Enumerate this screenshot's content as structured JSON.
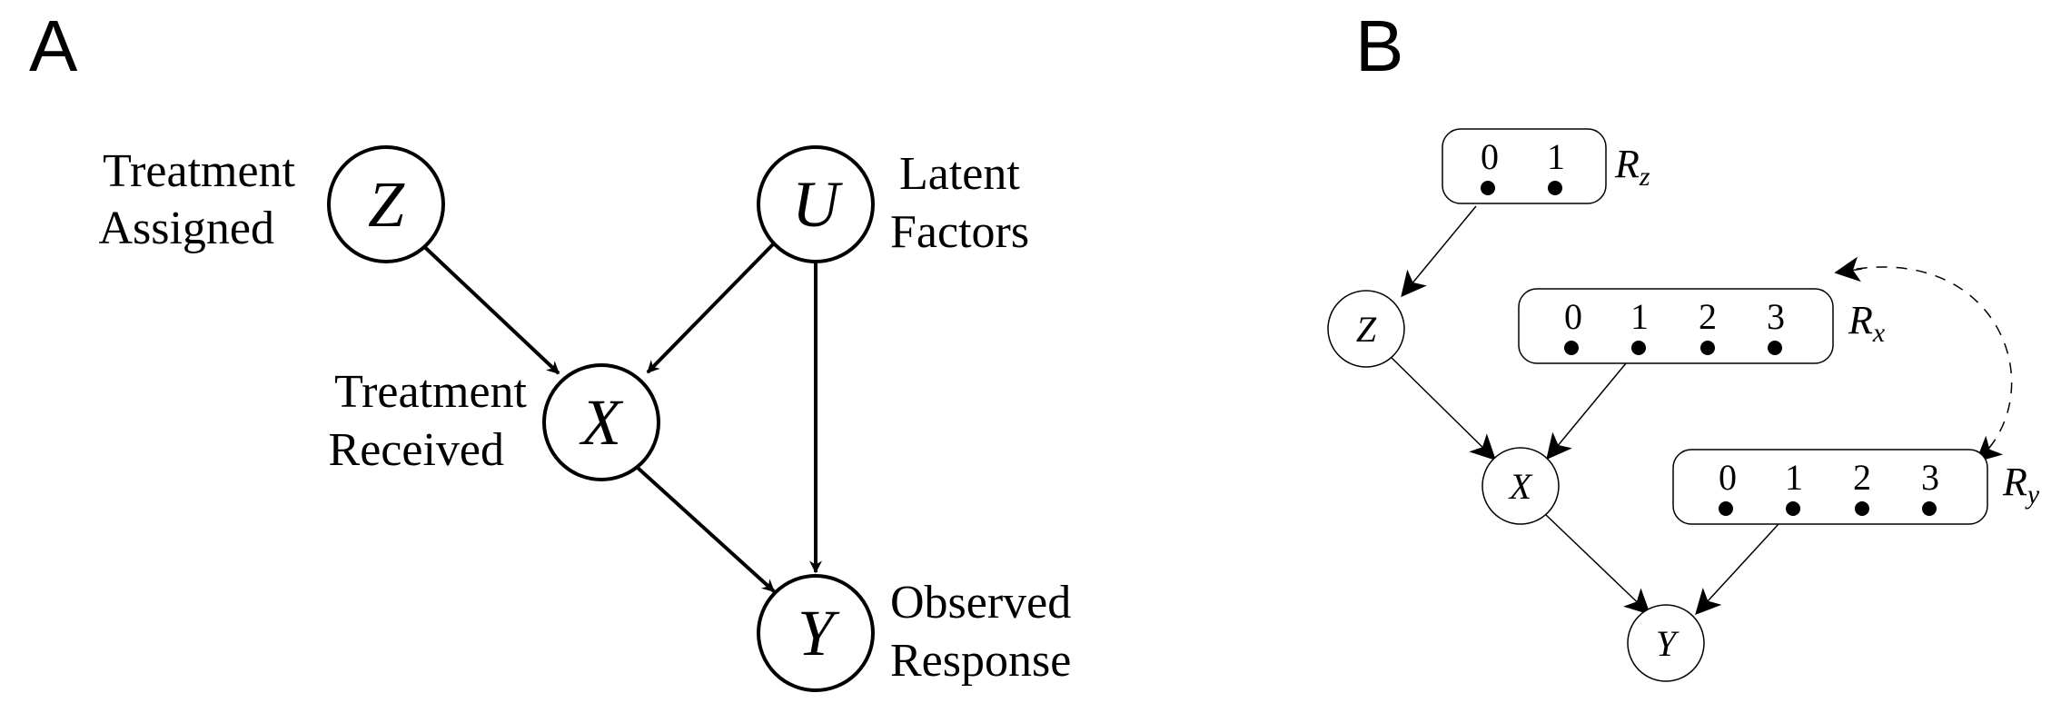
{
  "panels": {
    "a": {
      "letter": "A",
      "nodes": {
        "z": {
          "symbol": "Z",
          "label_line1": "Treatment",
          "label_line2": "Assigned"
        },
        "u": {
          "symbol": "U",
          "label_line1": "Latent",
          "label_line2": "Factors"
        },
        "x": {
          "symbol": "X",
          "label_line1": "Treatment",
          "label_line2": "Received"
        },
        "y": {
          "symbol": "Y",
          "label_line1": "Observed",
          "label_line2": "Response"
        }
      },
      "edges": [
        {
          "from": "Z",
          "to": "X"
        },
        {
          "from": "U",
          "to": "X"
        },
        {
          "from": "U",
          "to": "Y"
        },
        {
          "from": "X",
          "to": "Y"
        }
      ]
    },
    "b": {
      "letter": "B",
      "nodes": {
        "z": {
          "symbol": "Z"
        },
        "x": {
          "symbol": "X"
        },
        "y": {
          "symbol": "Y"
        }
      },
      "response_sets": {
        "rz": {
          "name": "R",
          "subscript": "z",
          "states": [
            "0",
            "1"
          ]
        },
        "rx": {
          "name": "R",
          "subscript": "x",
          "states": [
            "0",
            "1",
            "2",
            "3"
          ]
        },
        "ry": {
          "name": "R",
          "subscript": "y",
          "states": [
            "0",
            "1",
            "2",
            "3"
          ]
        }
      },
      "edges": [
        {
          "from": "R_z",
          "to": "Z",
          "style": "solid"
        },
        {
          "from": "Z",
          "to": "X",
          "style": "solid"
        },
        {
          "from": "R_x",
          "to": "X",
          "style": "solid"
        },
        {
          "from": "X",
          "to": "Y",
          "style": "solid"
        },
        {
          "from": "R_y",
          "to": "Y",
          "style": "solid"
        },
        {
          "from": "R_x",
          "to": "R_y",
          "style": "dashed"
        }
      ]
    }
  }
}
